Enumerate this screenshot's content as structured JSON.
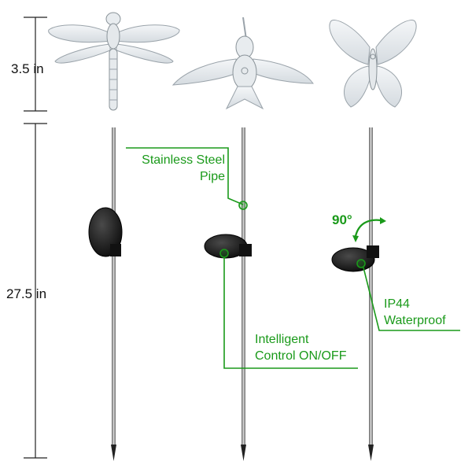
{
  "dimensions": {
    "top_height": "3.5 in",
    "stake_height": "27.5 in"
  },
  "callouts": {
    "pipe_line1": "Stainless Steel",
    "pipe_line2": "Pipe",
    "control_line1": "Intelligent",
    "control_line2": "Control ON/OFF",
    "waterproof_line1": "IP44",
    "waterproof_line2": "Waterproof",
    "angle": "90°"
  },
  "figures": [
    "dragonfly-icon",
    "hummingbird-icon",
    "butterfly-icon"
  ],
  "colors": {
    "accent_green": "#1a9a1a",
    "pole": "#8a8a8a",
    "panel": "#1e1e1e"
  }
}
